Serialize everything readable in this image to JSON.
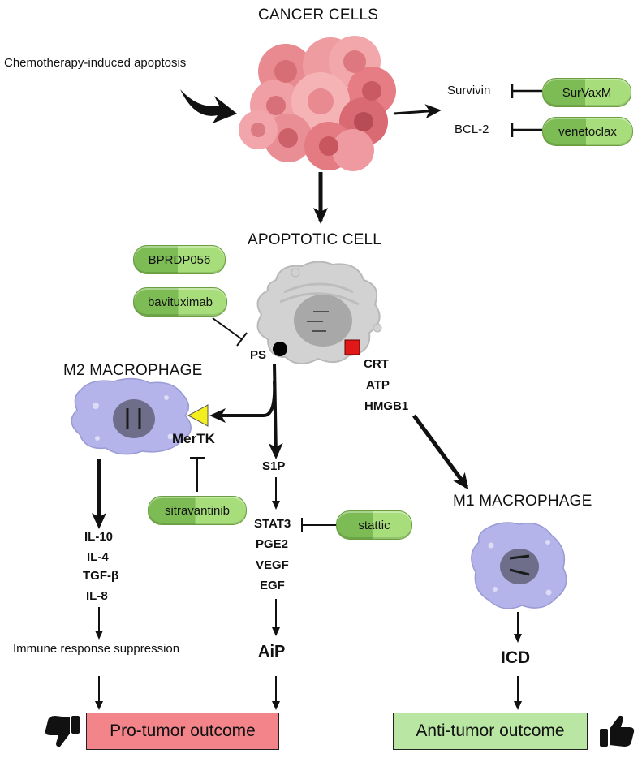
{
  "headers": {
    "cancer_cells": "CANCER CELLS",
    "apoptotic_cell": "APOPTOTIC CELL",
    "m2_macrophage": "M2 MACROPHAGE",
    "m1_macrophage": "M1 MACROPHAGE"
  },
  "labels": {
    "chemo": "Chemotherapy-induced apoptosis",
    "survivin": "Survivin",
    "bcl2": "BCL-2",
    "ps": "PS",
    "crt": "CRT",
    "atp": "ATP",
    "hmgb1": "HMGB1",
    "mertk": "MerTK",
    "s1p": "S1P",
    "stat3": "STAT3",
    "pge2": "PGE2",
    "vegf": "VEGF",
    "egf": "EGF",
    "il10": "IL-10",
    "il4": "IL-4",
    "tgfb": "TGF-β",
    "il8": "IL-8",
    "immune_suppression": "Immune response suppression",
    "aip": "AiP",
    "icd": "ICD"
  },
  "drugs": {
    "survaxm": "SurVaxM",
    "venetoclax": "venetoclax",
    "bprdp056": "BPRDP056",
    "bavituximab": "bavituximab",
    "sitravantinib": "sitravantinib",
    "stattic": "stattic"
  },
  "outcomes": {
    "pro_tumor": "Pro-tumor outcome",
    "anti_tumor": "Anti-tumor outcome"
  },
  "colors": {
    "pill_dark": "#7dbb55",
    "pill_light": "#a8dd7c",
    "pro_tumor_box": "#f2848a",
    "anti_tumor_box": "#b9e6a2",
    "cancer_cell": "#e8868c",
    "apoptotic_cell": "#cfcfcf",
    "macrophage": "#b3b3ea",
    "mertk_receptor": "#f5ee1e",
    "crt_marker": "#e01818",
    "ps_marker": "#000000"
  },
  "icons": {
    "thumbs_down": "thumbs-down-icon",
    "thumbs_up": "thumbs-up-icon"
  }
}
